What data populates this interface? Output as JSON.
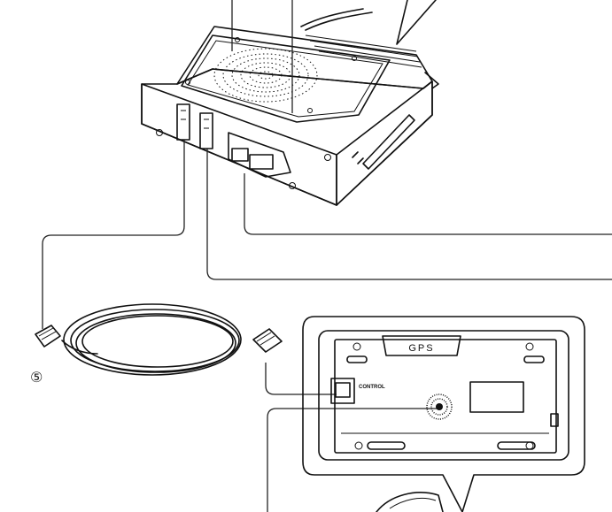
{
  "callouts": {
    "cable_number": "⑤"
  },
  "panel": {
    "gps_label": "GPS",
    "control_label": "CONTROL"
  },
  "icons": [
    "cable-connector-icon",
    "speaker-grille-icon",
    "knob-icon"
  ]
}
